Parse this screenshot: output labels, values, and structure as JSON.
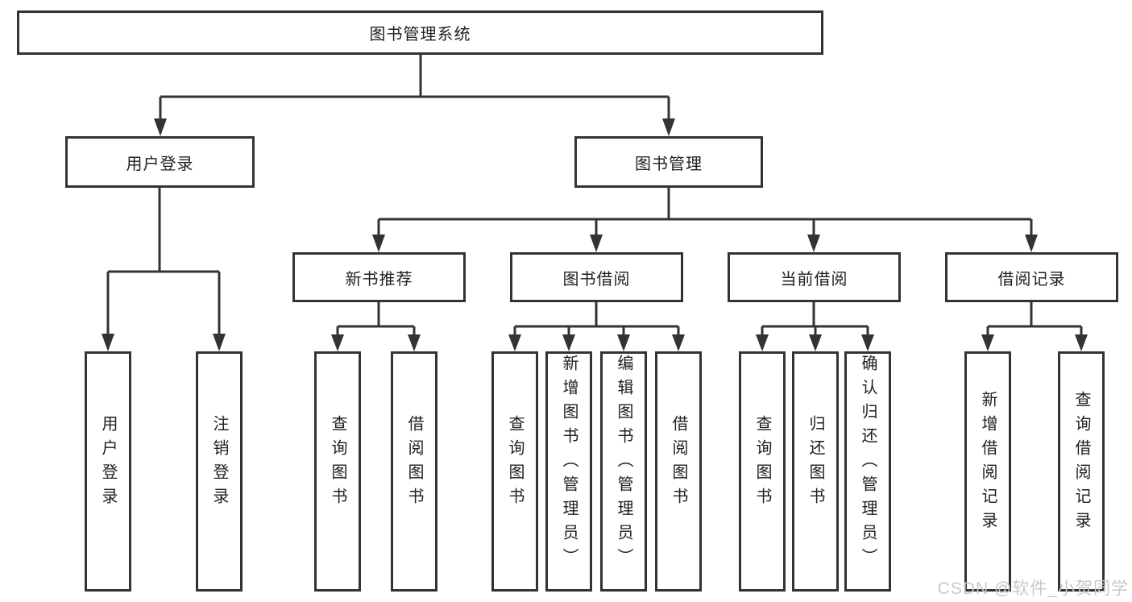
{
  "tree": {
    "root": {
      "label": "图书管理系统"
    },
    "branches": [
      {
        "label": "用户登录",
        "leaves": [
          {
            "label": "用户登录"
          },
          {
            "label": "注销登录"
          }
        ]
      },
      {
        "label": "图书管理",
        "groups": [
          {
            "label": "新书推荐",
            "leaves": [
              {
                "label": "查询图书"
              },
              {
                "label": "借阅图书"
              }
            ]
          },
          {
            "label": "图书借阅",
            "leaves": [
              {
                "label": "查询图书"
              },
              {
                "label": "新增图书（管理员）"
              },
              {
                "label": "编辑图书（管理员）"
              },
              {
                "label": "借阅图书"
              }
            ]
          },
          {
            "label": "当前借阅",
            "leaves": [
              {
                "label": "查询图书"
              },
              {
                "label": "归还图书"
              },
              {
                "label": "确认归还（管理员）"
              }
            ]
          },
          {
            "label": "借阅记录",
            "leaves": [
              {
                "label": "新增借阅记录"
              },
              {
                "label": "查询借阅记录"
              }
            ]
          }
        ]
      }
    ]
  },
  "watermark": {
    "text": "CSDN @软件_小贺同学"
  },
  "colors": {
    "line": "#333333",
    "text": "#1f1f1f",
    "watermark_gray": "#c8c8c8",
    "background": "#ffffff"
  }
}
